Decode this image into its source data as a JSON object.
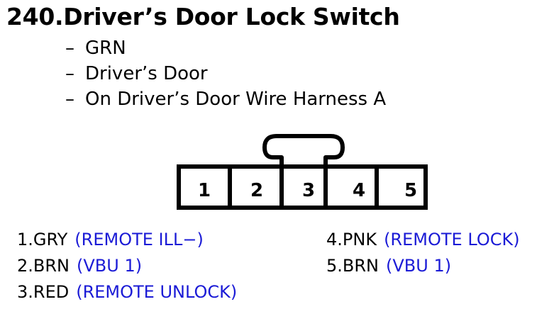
{
  "title": "240.Driver’s Door Lock Switch",
  "details": [
    {
      "dash": "–",
      "text": "GRN"
    },
    {
      "dash": "–",
      "text": "Driver’s Door"
    },
    {
      "dash": "–",
      "text": "On Driver’s Door Wire Harness A"
    }
  ],
  "connector": {
    "pins": [
      "1",
      "2",
      "3",
      "4",
      "5"
    ]
  },
  "pinout_left": [
    {
      "code": "1.GRY",
      "desc": "(REMOTE ILL−)"
    },
    {
      "code": "2.BRN",
      "desc": "(VBU 1)"
    },
    {
      "code": "3.RED",
      "desc": "(REMOTE UNLOCK)"
    }
  ],
  "pinout_right": [
    {
      "code": "4.PNK",
      "desc": "(REMOTE LOCK)"
    },
    {
      "code": "5.BRN",
      "desc": "(VBU 1)"
    }
  ],
  "colors": {
    "text": "#000000",
    "description": "#1b1bd6",
    "background": "#ffffff"
  }
}
